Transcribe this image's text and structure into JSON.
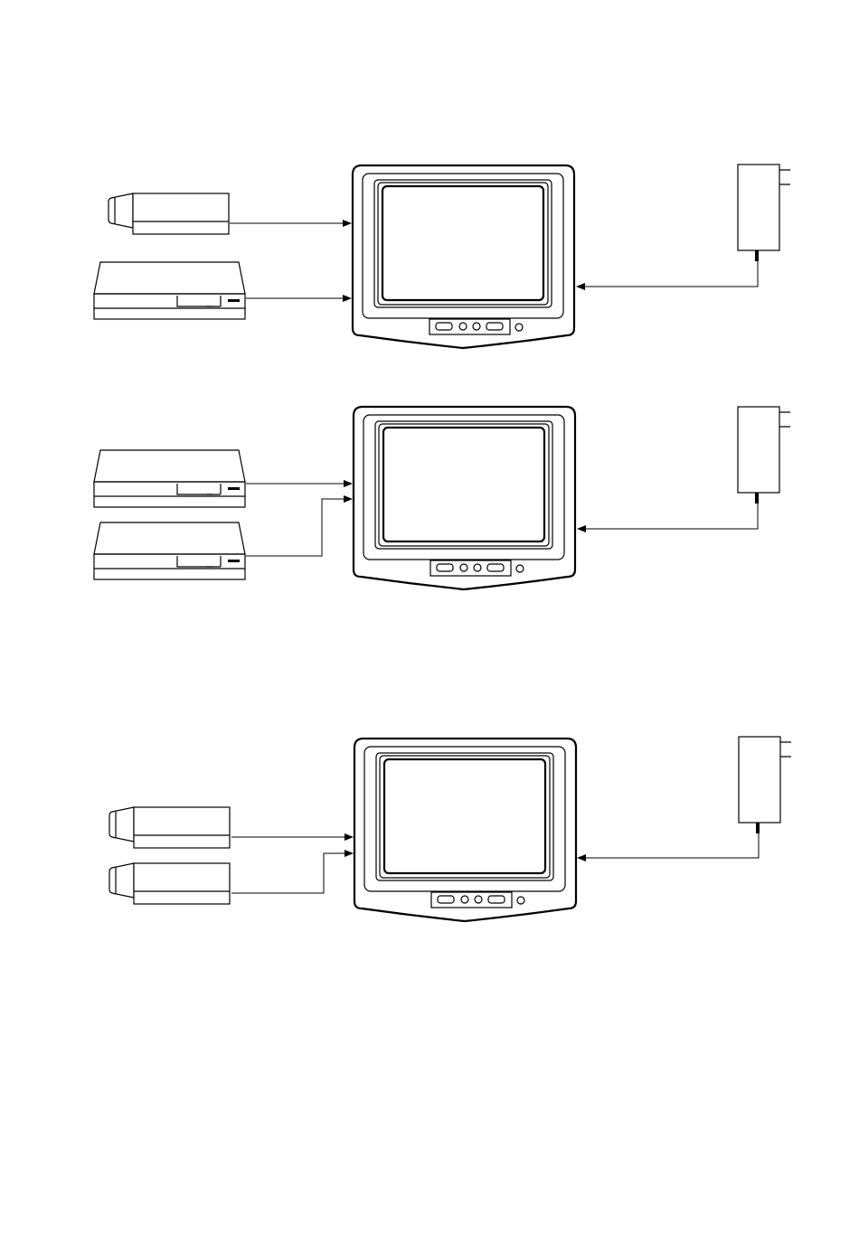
{
  "page": {
    "background": "#ffffff",
    "line_color": "#000000"
  },
  "diagrams": [
    {
      "id": "setup-camera-and-vcr",
      "sources": [
        "camera-icon",
        "vcr-icon"
      ],
      "display": "monitor-icon",
      "power": "power-adapter-icon"
    },
    {
      "id": "setup-two-vcrs",
      "sources": [
        "vcr-icon",
        "vcr-icon"
      ],
      "display": "monitor-icon",
      "power": "power-adapter-icon"
    },
    {
      "id": "setup-two-cameras",
      "sources": [
        "camera-icon",
        "camera-icon"
      ],
      "display": "monitor-icon",
      "power": "power-adapter-icon"
    }
  ]
}
